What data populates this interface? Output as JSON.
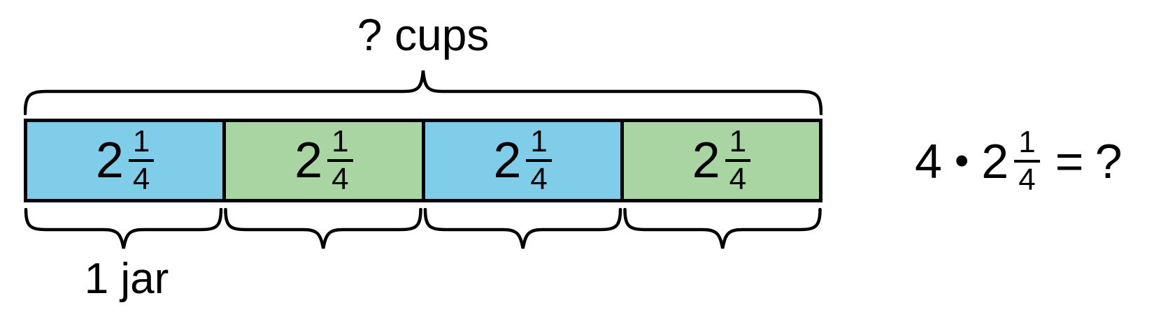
{
  "diagram": {
    "top_label": "? cups",
    "unit_label": "1 jar",
    "segments": [
      {
        "whole": "2",
        "numerator": "1",
        "denominator": "4",
        "color": "#7fcde9"
      },
      {
        "whole": "2",
        "numerator": "1",
        "denominator": "4",
        "color": "#a8d5a1"
      },
      {
        "whole": "2",
        "numerator": "1",
        "denominator": "4",
        "color": "#7fcde9"
      },
      {
        "whole": "2",
        "numerator": "1",
        "denominator": "4",
        "color": "#a8d5a1"
      }
    ],
    "colors": {
      "segment_blue": "#7fcde9",
      "segment_green": "#a8d5a1",
      "outline": "#000000"
    }
  },
  "equation": {
    "multiplier": "4",
    "operator": "•",
    "whole": "2",
    "numerator": "1",
    "denominator": "4",
    "equals_sign": "=",
    "result": "?"
  }
}
